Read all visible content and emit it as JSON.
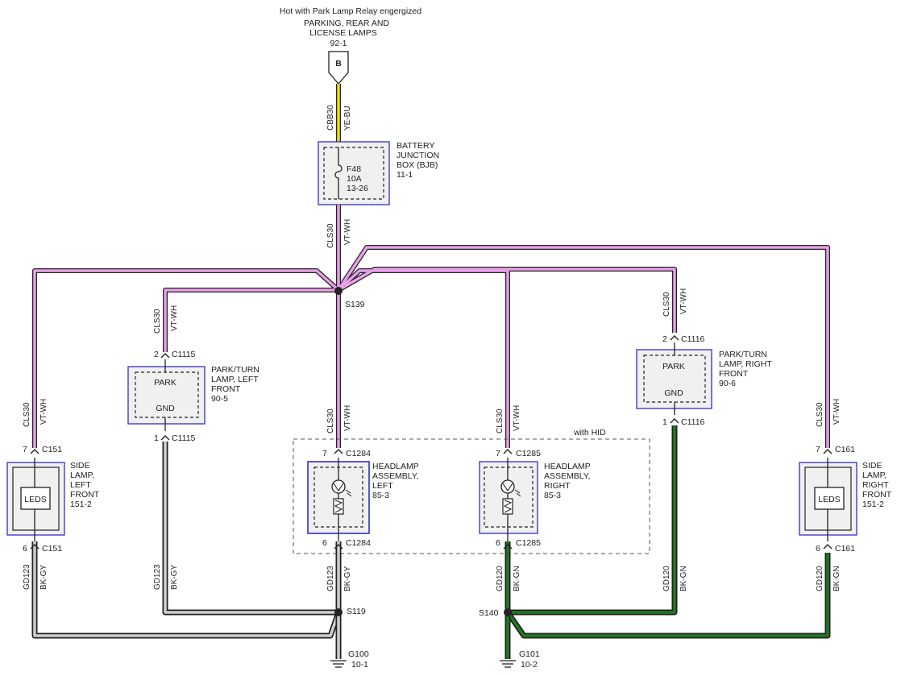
{
  "header": {
    "condition": "Hot with Park Lamp Relay engergized",
    "circuit_title_1": "PARKING, REAR AND",
    "circuit_title_2": "LICENSE LAMPS",
    "ref": "92-1",
    "source_pin": "B"
  },
  "feed_wire": {
    "circuit": "CBB30",
    "color": "YE-BU"
  },
  "bjb": {
    "name_1": "BATTERY",
    "name_2": "JUNCTION",
    "name_3": "BOX (BJB)",
    "ref": "11-1",
    "fuse_id": "F48",
    "fuse_rating": "10A",
    "fuse_ref": "13-26"
  },
  "wire_vt": {
    "circuit": "CLS30",
    "color": "VT-WH"
  },
  "wire_gnd_gy": {
    "circuit": "GD123",
    "color": "BK-GY"
  },
  "wire_gnd_gn": {
    "circuit": "GD120",
    "color": "BK-GN"
  },
  "splices": {
    "s139": "S139",
    "s119": "S119",
    "s140": "S140"
  },
  "grounds": {
    "g100": "G100",
    "g100_ref": "10-1",
    "g101": "G101",
    "g101_ref": "10-2"
  },
  "hid_label": "with HID",
  "side_lamp_left": {
    "name_1": "SIDE",
    "name_2": "LAMP,",
    "name_3": "LEFT",
    "name_4": "FRONT",
    "ref": "151-2",
    "in_pin": "7",
    "in_conn": "C151",
    "out_pin": "6",
    "out_conn": "C151",
    "leds": "LEDS"
  },
  "park_left": {
    "name_1": "PARK/TURN",
    "name_2": "LAMP, LEFT",
    "name_3": "FRONT",
    "ref": "90-5",
    "in_pin": "2",
    "in_conn": "C1115",
    "out_pin": "1",
    "out_conn": "C1115",
    "park": "PARK",
    "gnd": "GND"
  },
  "head_left": {
    "name_1": "HEADLAMP",
    "name_2": "ASSEMBLY,",
    "name_3": "LEFT",
    "ref": "85-3",
    "in_pin": "7",
    "in_conn": "C1284",
    "out_pin": "6",
    "out_conn": "C1284"
  },
  "head_right": {
    "name_1": "HEADLAMP",
    "name_2": "ASSEMBLY,",
    "name_3": "RIGHT",
    "ref": "85-3",
    "in_pin": "7",
    "in_conn": "C1285",
    "out_pin": "6",
    "out_conn": "C1285"
  },
  "park_right": {
    "name_1": "PARK/TURN",
    "name_2": "LAMP, RIGHT",
    "name_3": "FRONT",
    "ref": "90-6",
    "in_pin": "2",
    "in_conn": "C1116",
    "out_pin": "1",
    "out_conn": "C1116",
    "park": "PARK",
    "gnd": "GND"
  },
  "side_lamp_right": {
    "name_1": "SIDE",
    "name_2": "LAMP,",
    "name_3": "RIGHT",
    "name_4": "FRONT",
    "ref": "151-2",
    "in_pin": "7",
    "in_conn": "C161",
    "out_pin": "6",
    "out_conn": "C161",
    "leds": "LEDS"
  },
  "colors": {
    "violet": "#e8a0e8",
    "yellow": "#f0e000",
    "green": "#1e7a1e",
    "box_border": "#3030c8"
  }
}
